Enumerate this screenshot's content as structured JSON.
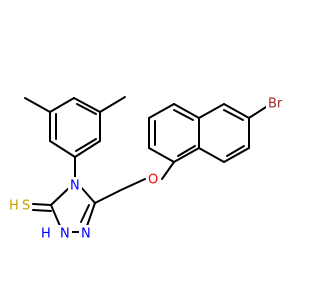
{
  "molecule": {
    "atoms": {
      "br": {
        "text": "Br"
      },
      "o": {
        "text": "O"
      },
      "n_ring": {
        "text": "N"
      },
      "n_lower": {
        "text": "N"
      },
      "s": {
        "text": "S"
      },
      "nh": {
        "text": "N"
      },
      "h": {
        "text": "H"
      },
      "h_s": {
        "text": "H"
      }
    },
    "colors": {
      "bond": "#000000",
      "n": "#0000ff",
      "o": "#ff0000",
      "s": "#c8a000",
      "br": "#a52a2a"
    }
  }
}
